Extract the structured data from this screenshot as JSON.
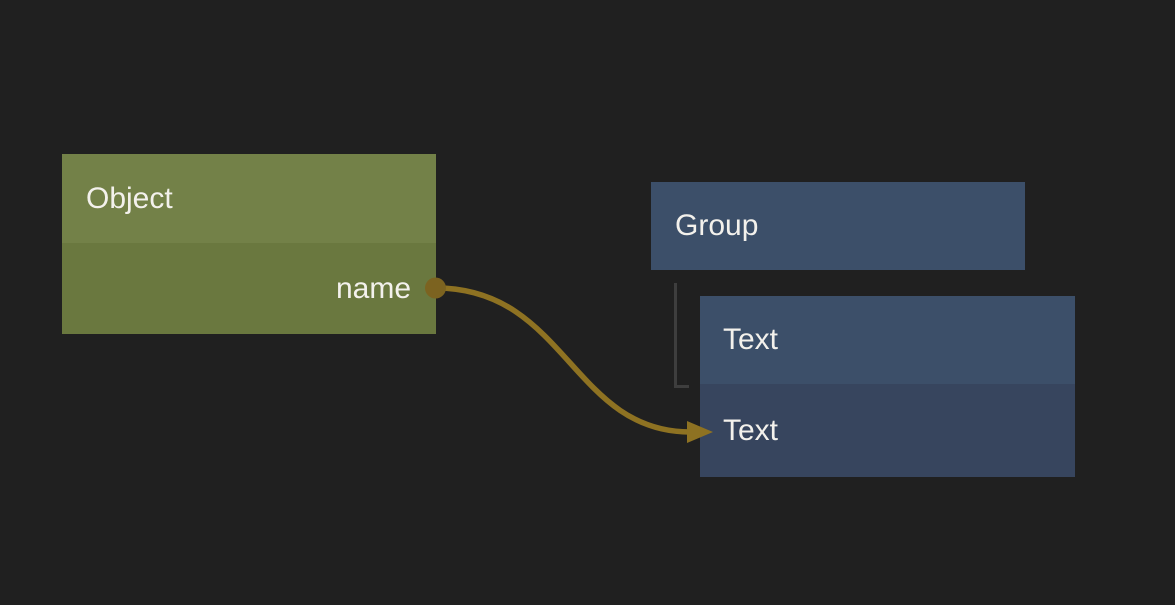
{
  "canvas": {
    "background": "#202020",
    "text_color": "#f3f1ec"
  },
  "nodes": {
    "object": {
      "title": "Object",
      "header_color": "#738148",
      "body_color": "#6a783f",
      "fields": [
        {
          "label": "name"
        }
      ]
    },
    "group": {
      "title": "Group",
      "header_color": "#3c4f69"
    },
    "text_node": {
      "title": "Text",
      "header_color": "#3c4f69",
      "body_color": "#37455e",
      "fields": [
        {
          "label": "Text"
        }
      ]
    }
  },
  "connections": [
    {
      "from": "Object.name",
      "to": "Text",
      "color": "#8e7222",
      "port_color": "#7c6320"
    }
  ],
  "tree_link": {
    "from": "Group",
    "to": "Text",
    "color": "#3e3e3e"
  }
}
